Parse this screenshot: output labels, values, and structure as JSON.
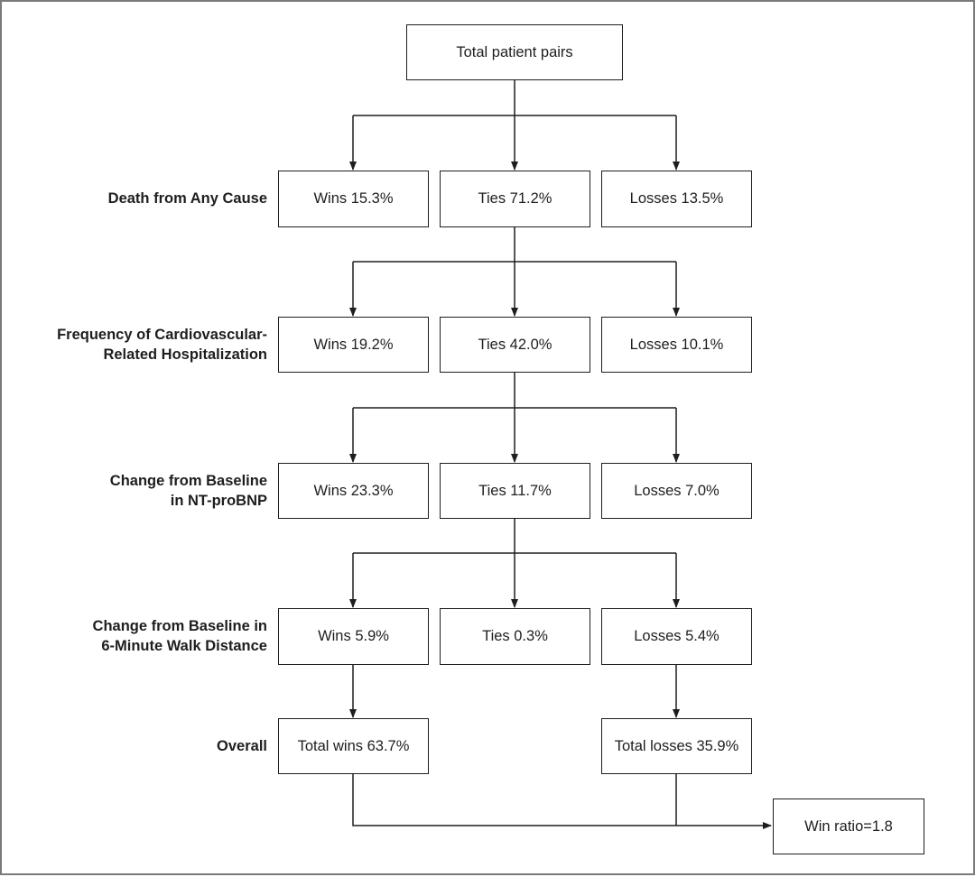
{
  "root": {
    "text": "Total patient pairs"
  },
  "levels": [
    {
      "label_lines": [
        "Death from Any Cause"
      ],
      "wins": "Wins 15.3%",
      "ties": "Ties 71.2%",
      "losses": "Losses 13.5%"
    },
    {
      "label_lines": [
        "Frequency of Cardiovascular-",
        "Related Hospitalization"
      ],
      "wins": "Wins 19.2%",
      "ties": "Ties 42.0%",
      "losses": "Losses 10.1%"
    },
    {
      "label_lines": [
        "Change from Baseline",
        "in NT-proBNP"
      ],
      "wins": "Wins 23.3%",
      "ties": "Ties 11.7%",
      "losses": "Losses 7.0%"
    },
    {
      "label_lines": [
        "Change from Baseline in",
        "6-Minute Walk Distance"
      ],
      "wins": "Wins 5.9%",
      "ties": "Ties 0.3%",
      "losses": "Losses 5.4%"
    }
  ],
  "overall": {
    "label": "Overall",
    "total_wins": "Total wins 63.7%",
    "total_losses": "Total losses 35.9%"
  },
  "result": {
    "text": "Win ratio=1.8"
  },
  "colors": {
    "line": "#1e1e1e",
    "frame": "#7a7a7a",
    "background": "#ffffff"
  }
}
